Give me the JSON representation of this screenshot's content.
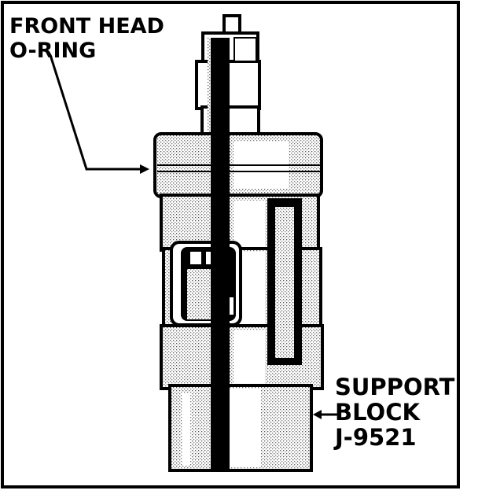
{
  "labels": {
    "front_head_oring": [
      "FRONT HEAD",
      "O-RING"
    ],
    "support_block": [
      "SUPPORT",
      "BLOCK",
      "J-9521"
    ]
  },
  "colors": {
    "ink": "#000000",
    "paper": "#ffffff",
    "shade": "#d8d8d8"
  }
}
